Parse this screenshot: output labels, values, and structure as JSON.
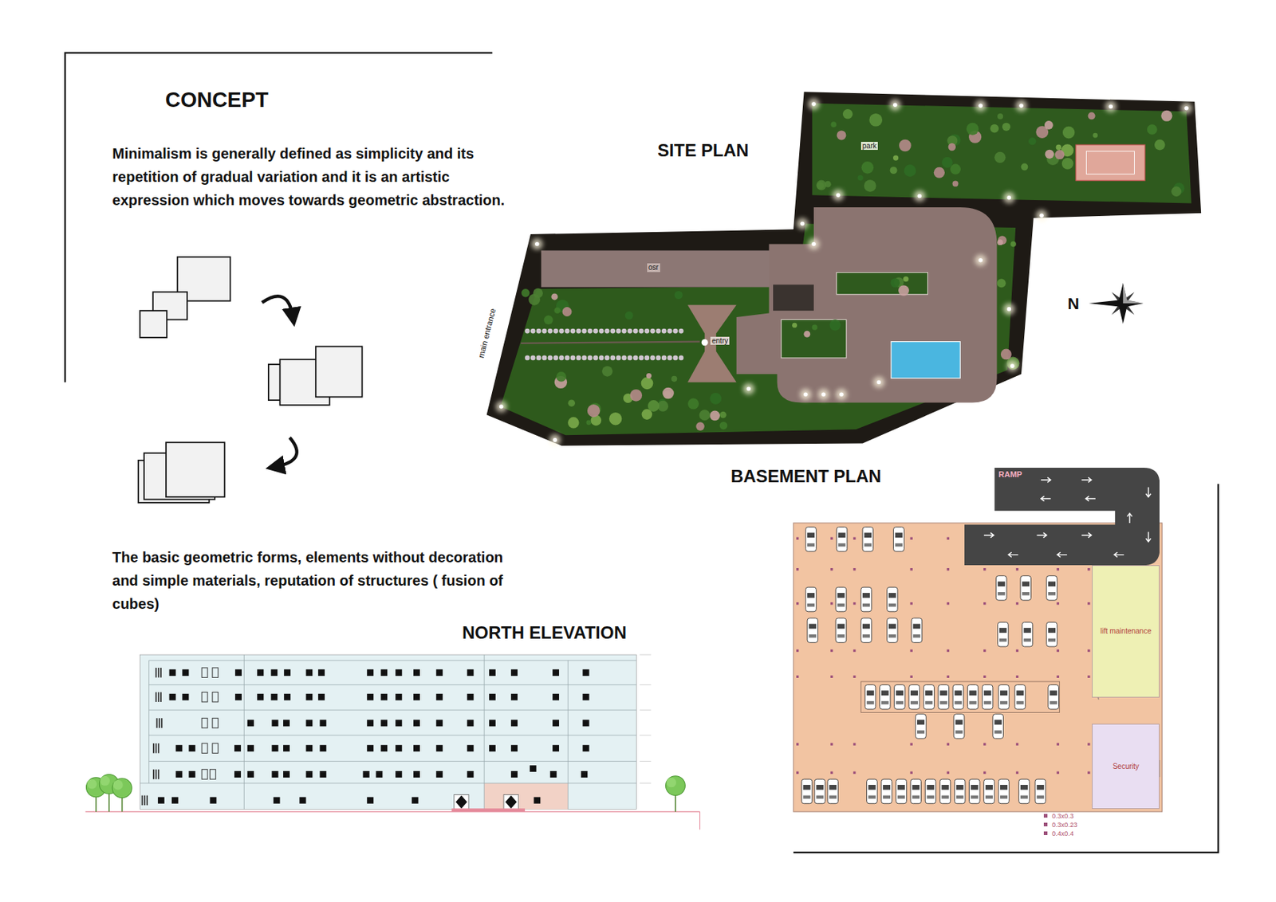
{
  "diagram": {
    "nodes": [
      {
        "text": [
          "RAMP"
        ]
      },
      {
        "text": [
          "lift maintenance"
        ]
      },
      {
        "text": [
          "Security"
        ]
      }
    ],
    "labels": [
      "CONCEPT",
      "Minimalism is generally defined as simplicity and its repetition of gradual variation and it is an artistic expression which moves towards geometric abstraction.",
      "The basic geometric forms, elements without decoration and simple materials, reputation of structures ( fusion of cubes)",
      "SITE PLAN",
      "park",
      "osr",
      "main entrance",
      "entry",
      "N",
      "BASEMENT PLAN",
      "NORTH ELEVATION"
    ],
    "legend": [
      {
        "text": "0.3x0.3",
        "color": "#9c4f7a"
      },
      {
        "text": "0.3x0.23",
        "color": "#9c4f7a"
      },
      {
        "text": "0.4x0.4",
        "color": "#9c4f7a"
      }
    ]
  }
}
